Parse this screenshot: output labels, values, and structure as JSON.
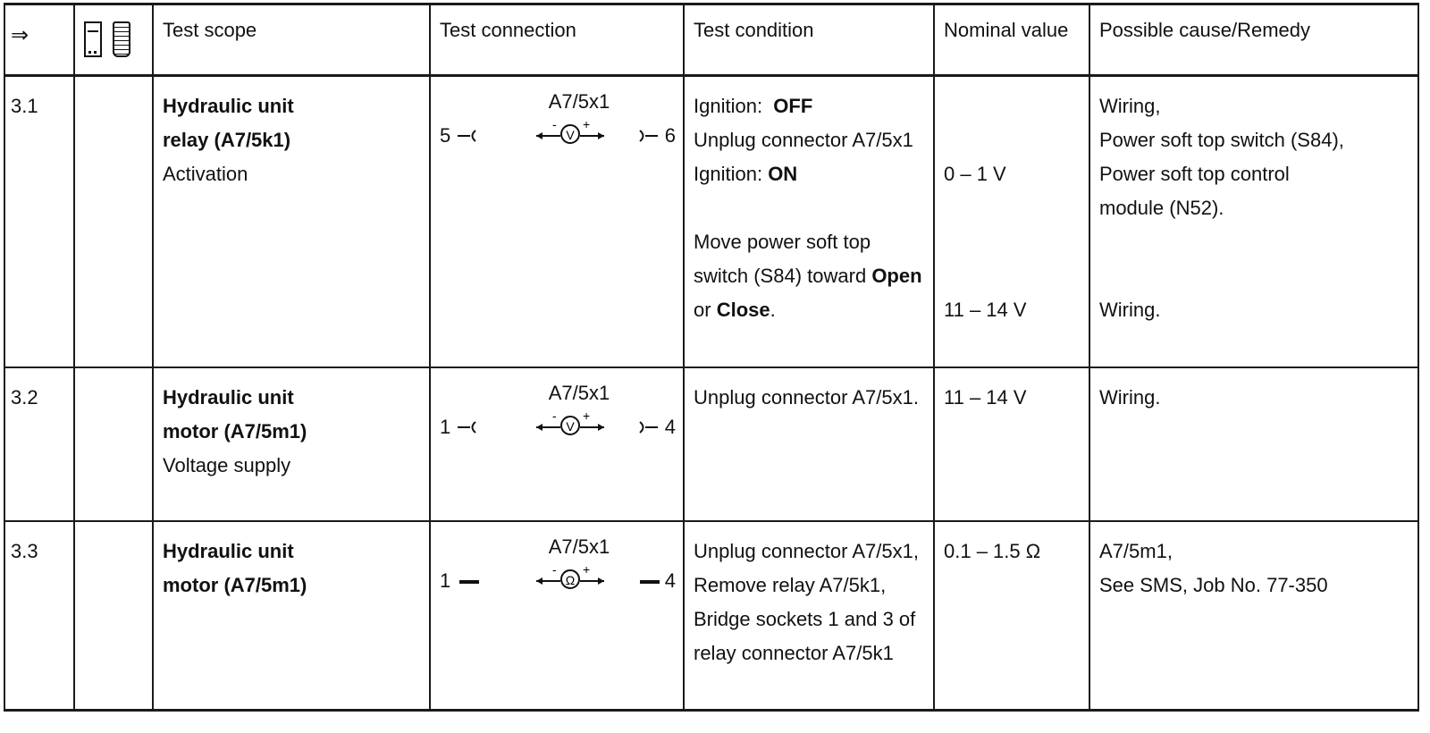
{
  "header": {
    "arrow": "⇒",
    "scope": "Test scope",
    "connection": "Test connection",
    "condition": "Test condition",
    "nominal": "Nominal value",
    "cause": "Possible cause/Remedy"
  },
  "icons": [
    "multimeter-icon",
    "tester-icon"
  ],
  "rows": [
    {
      "step": "3.1",
      "scope_title_1": "Hydraulic unit",
      "scope_title_2": "relay (A7/5k1)",
      "scope_sub": "Activation",
      "connector": "A7/5x1",
      "pin_left": "5",
      "pin_right": "6",
      "meter": "V",
      "condition": {
        "l1_label": "Ignition:",
        "l1_value": "OFF",
        "l2": "Unplug connector A7/5x1",
        "l3_label": "Ignition:",
        "l3_value": "ON",
        "l4": "Move power soft top",
        "l5_pre": "switch (S84) toward",
        "l5_bold": "Open",
        "l6_pre": "or",
        "l6_bold": "Close",
        "l6_post": "."
      },
      "nominal_1": "0 – 1 V",
      "nominal_2": "11 – 14 V",
      "cause": {
        "l1": "Wiring,",
        "l2": "Power soft top switch (S84),",
        "l3": "Power soft top control",
        "l4": "module (N52).",
        "l5": "Wiring."
      }
    },
    {
      "step": "3.2",
      "scope_title_1": "Hydraulic unit",
      "scope_title_2": "motor (A7/5m1)",
      "scope_sub": "Voltage supply",
      "connector": "A7/5x1",
      "pin_left": "1",
      "pin_right": "4",
      "meter": "V",
      "condition": "Unplug connector A7/5x1.",
      "nominal": "11 – 14 V",
      "cause": "Wiring."
    },
    {
      "step": "3.3",
      "scope_title_1": "Hydraulic unit",
      "scope_title_2": "motor (A7/5m1)",
      "connector": "A7/5x1",
      "pin_left": "1",
      "pin_right": "4",
      "meter": "Ω",
      "condition": {
        "l1": "Unplug connector A7/5x1,",
        "l2": "Remove relay A7/5k1,",
        "l3": "Bridge sockets 1 and 3 of",
        "l4": "relay connector A7/5k1"
      },
      "nominal": "0.1 – 1.5 Ω",
      "cause": {
        "l1": "A7/5m1,",
        "l2": "See SMS, Job No. 77-350"
      }
    }
  ]
}
